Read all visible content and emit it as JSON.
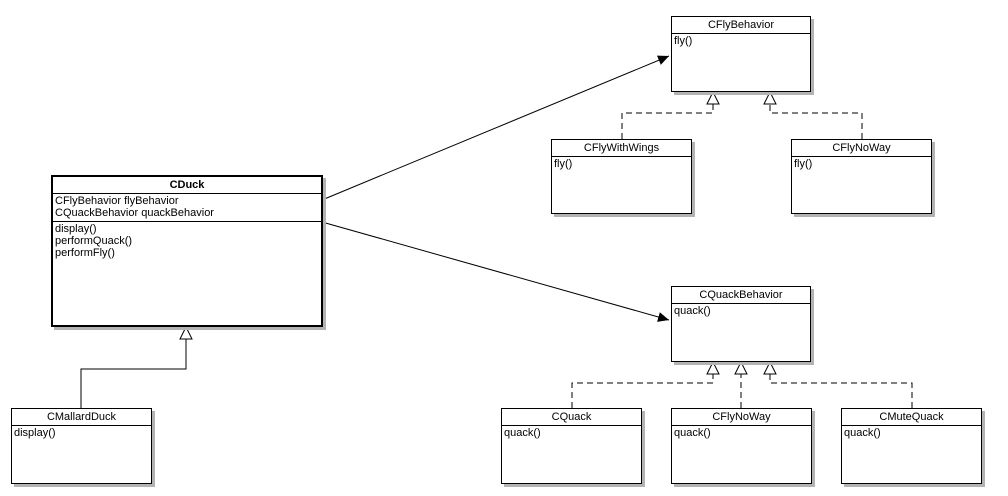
{
  "diagram": {
    "classes": {
      "fly_behavior": {
        "name": "CFlyBehavior",
        "methods": [
          "fly()"
        ]
      },
      "fly_with_wings": {
        "name": "CFlyWithWings",
        "methods": [
          "fly()"
        ]
      },
      "fly_no_way": {
        "name": "CFlyNoWay",
        "methods": [
          "fly()"
        ]
      },
      "duck": {
        "name": "CDuck",
        "attributes": [
          "CFlyBehavior flyBehavior",
          "CQuackBehavior quackBehavior"
        ],
        "methods": [
          "display()",
          "performQuack()",
          "performFly()"
        ]
      },
      "mallard_duck": {
        "name": "CMallardDuck",
        "methods": [
          "display()"
        ]
      },
      "quack_behavior": {
        "name": "CQuackBehavior",
        "methods": [
          "quack()"
        ]
      },
      "quack": {
        "name": "CQuack",
        "methods": [
          "quack()"
        ]
      },
      "quack_fly_no_way": {
        "name": "CFlyNoWay",
        "methods": [
          "quack()"
        ]
      },
      "mute_quack": {
        "name": "CMuteQuack",
        "methods": [
          "quack()"
        ]
      }
    },
    "relations": [
      {
        "type": "association",
        "from": "CDuck",
        "to": "CFlyBehavior"
      },
      {
        "type": "association",
        "from": "CDuck",
        "to": "CQuackBehavior"
      },
      {
        "type": "realization",
        "from": "CFlyWithWings",
        "to": "CFlyBehavior"
      },
      {
        "type": "realization",
        "from": "CFlyNoWay",
        "to": "CFlyBehavior"
      },
      {
        "type": "inheritance",
        "from": "CMallardDuck",
        "to": "CDuck"
      },
      {
        "type": "realization",
        "from": "CQuack",
        "to": "CQuackBehavior"
      },
      {
        "type": "realization",
        "from": "CFlyNoWay",
        "to": "CQuackBehavior"
      },
      {
        "type": "realization",
        "from": "CMuteQuack",
        "to": "CQuackBehavior"
      }
    ]
  }
}
